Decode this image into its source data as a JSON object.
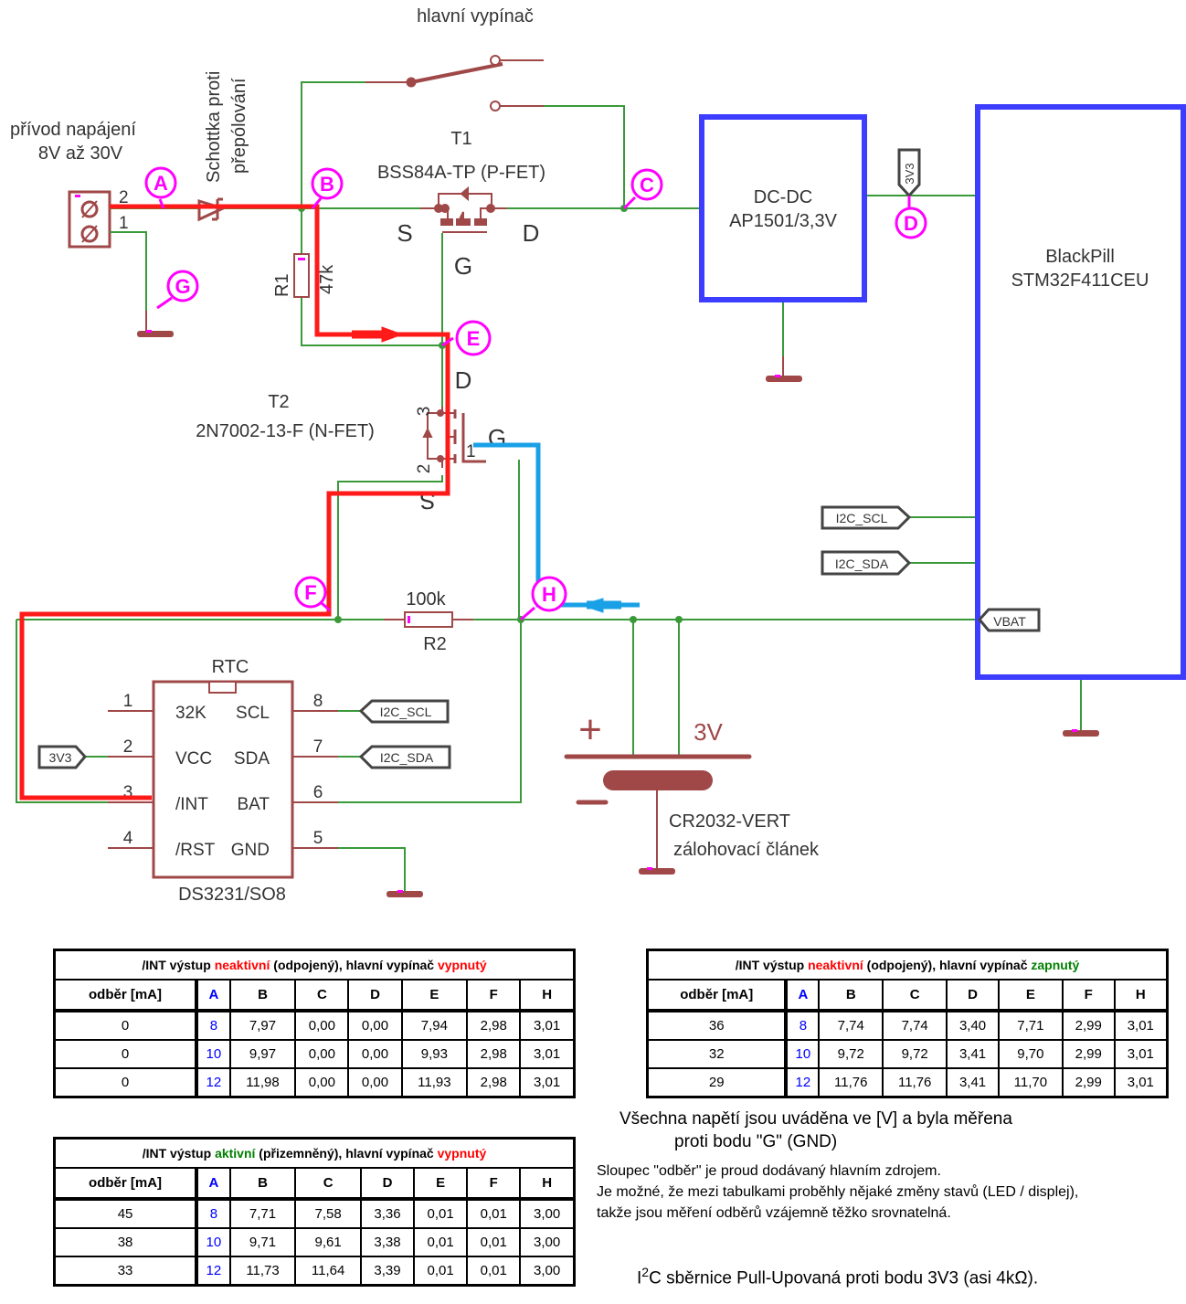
{
  "title": "hlavní vypínač",
  "colors": {
    "wire": "#3a9a3a",
    "component": "#a04848",
    "current_path": "#ff1a1a",
    "gate_path": "#1aa0e6",
    "marker": "#ff00ff",
    "module": "#3d3dff"
  },
  "labels": {
    "power_in_1": "přívod napájení",
    "power_in_2": "8V až 30V",
    "schottky_1": "Schottka proti",
    "schottky_2": "přepólování",
    "t1_name": "T1",
    "t1_part": "BSS84A-TP (P-FET)",
    "t1_s": "S",
    "t1_d": "D",
    "t1_g": "G",
    "r1_name": "R1",
    "r1_value": "47k",
    "t2_name": "T2",
    "t2_part": "2N7002-13-F (N-FET)",
    "t2_d": "D",
    "t2_g": "G",
    "t2_s": "S",
    "t2_pin3": "3",
    "t2_pin2": "2",
    "t2_pin1": "1",
    "conn_pin2": "2",
    "conn_pin1": "1",
    "r2_value": "100k",
    "r2_name": "R2",
    "dcdc_1": "DC-DC",
    "dcdc_2": "AP1501/3,3V",
    "mcu_1": "BlackPill",
    "mcu_2": "STM32F411CEU",
    "net_3v3": "3V3",
    "net_i2c_scl": "I2C_SCL",
    "net_i2c_sda": "I2C_SDA",
    "net_vbat": "VBAT",
    "rtc_name": "RTC",
    "rtc_part": "DS3231/SO8",
    "rtc_pins_left": [
      {
        "num": "1",
        "name": "32K"
      },
      {
        "num": "2",
        "name": "VCC"
      },
      {
        "num": "3",
        "name": "/INT"
      },
      {
        "num": "4",
        "name": "/RST"
      }
    ],
    "rtc_pins_right": [
      {
        "num": "8",
        "name": "SCL"
      },
      {
        "num": "7",
        "name": "SDA"
      },
      {
        "num": "6",
        "name": "BAT"
      },
      {
        "num": "5",
        "name": "GND"
      }
    ],
    "battery_plus": "+",
    "battery_minus": "−",
    "battery_voltage": "3V",
    "battery_part": "CR2032-VERT",
    "battery_desc": "zálohovací článek"
  },
  "markers": [
    "A",
    "B",
    "C",
    "D",
    "E",
    "F",
    "G",
    "H"
  ],
  "tables": [
    {
      "title_parts": [
        {
          "text": "/INT výstup ",
          "color": ""
        },
        {
          "text": "neaktivní",
          "color": "red"
        },
        {
          "text": " (odpojený), hlavní vypínač ",
          "color": ""
        },
        {
          "text": "vypnutý",
          "color": "red"
        }
      ],
      "headers": [
        "odběr [mA]",
        "A",
        "B",
        "C",
        "D",
        "E",
        "F",
        "H"
      ],
      "rows": [
        [
          "0",
          "8",
          "7,97",
          "0,00",
          "0,00",
          "7,94",
          "2,98",
          "3,01"
        ],
        [
          "0",
          "10",
          "9,97",
          "0,00",
          "0,00",
          "9,93",
          "2,98",
          "3,01"
        ],
        [
          "0",
          "12",
          "11,98",
          "0,00",
          "0,00",
          "11,93",
          "2,98",
          "3,01"
        ]
      ]
    },
    {
      "title_parts": [
        {
          "text": "/INT výstup ",
          "color": ""
        },
        {
          "text": "neaktivní",
          "color": "red"
        },
        {
          "text": " (odpojený), hlavní vypínač ",
          "color": ""
        },
        {
          "text": "zapnutý",
          "color": "green"
        }
      ],
      "headers": [
        "odběr [mA]",
        "A",
        "B",
        "C",
        "D",
        "E",
        "F",
        "H"
      ],
      "rows": [
        [
          "36",
          "8",
          "7,74",
          "7,74",
          "3,40",
          "7,71",
          "2,99",
          "3,01"
        ],
        [
          "32",
          "10",
          "9,72",
          "9,72",
          "3,41",
          "9,70",
          "2,99",
          "3,01"
        ],
        [
          "29",
          "12",
          "11,76",
          "11,76",
          "3,41",
          "11,70",
          "2,99",
          "3,01"
        ]
      ]
    },
    {
      "title_parts": [
        {
          "text": "/INT výstup ",
          "color": ""
        },
        {
          "text": "aktivní",
          "color": "green"
        },
        {
          "text": " (přizemněný), hlavní vypínač ",
          "color": ""
        },
        {
          "text": "vypnutý",
          "color": "red"
        }
      ],
      "headers": [
        "odběr [mA]",
        "A",
        "B",
        "C",
        "D",
        "E",
        "F",
        "H"
      ],
      "rows": [
        [
          "45",
          "8",
          "7,71",
          "7,58",
          "3,36",
          "0,01",
          "0,01",
          "3,00"
        ],
        [
          "38",
          "10",
          "9,71",
          "9,61",
          "3,38",
          "0,01",
          "0,01",
          "3,00"
        ],
        [
          "33",
          "12",
          "11,73",
          "11,64",
          "3,39",
          "0,01",
          "0,01",
          "3,00"
        ]
      ]
    }
  ],
  "notes": {
    "voltages_1": "Všechna napětí jsou uváděna ve [V] a byla měřena",
    "voltages_2": "proti bodu \"G\" (GND)",
    "current_1": "Sloupec \"odběr\" je proud dodávaný hlavním zdrojem.",
    "current_2": "Je možné, že mezi tabulkami proběhly nějaké změny stavů (LED / displej),",
    "current_3": "takže jsou měření odběrů vzájemně těžko srovnatelná.",
    "i2c_prefix": "I",
    "i2c_sup": "2",
    "i2c_rest": "C sběrnice Pull-Upovaná proti bodu 3V3 (asi 4kΩ)."
  }
}
